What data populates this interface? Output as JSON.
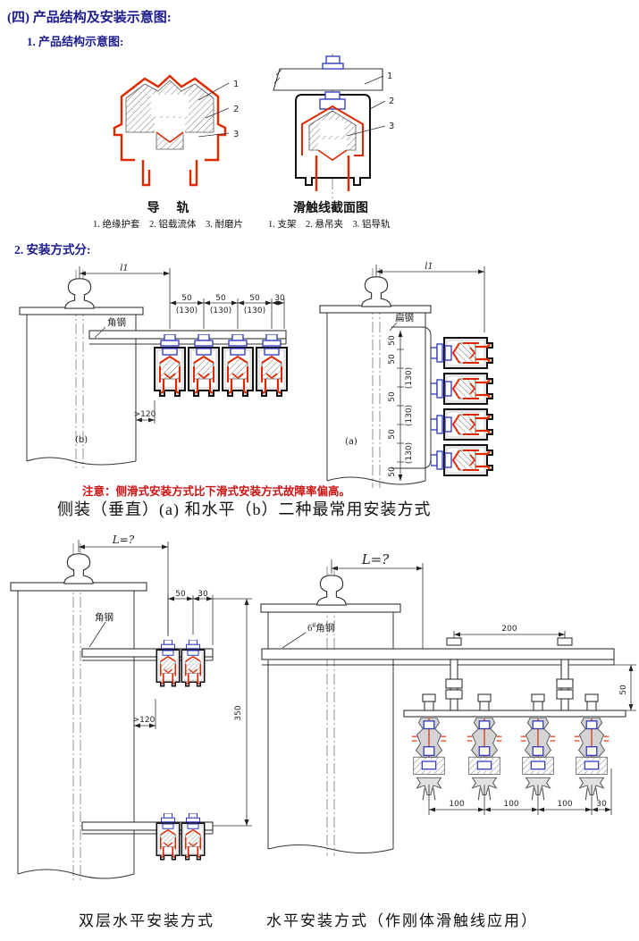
{
  "colors": {
    "heading_navy": "#1c1c8e",
    "note_red": "#cc1111",
    "drawing_red": "#e02800",
    "bolt_blue": "#2a35c0"
  },
  "page": {
    "heading": "(四) 产品结构及安装示意图:",
    "item1": "1. 产品结构示意图:",
    "item2": "2. 安装方式分:"
  },
  "cross_section": {
    "rail": {
      "caption": "导  轨",
      "c1": "1",
      "c2": "2",
      "c3": "3",
      "legend": "1. 绝缘护套    2. 铝载流体    3. 耐磨片"
    },
    "trolley": {
      "caption": "滑触线截面图",
      "c1": "1",
      "c2": "2",
      "c3": "3",
      "legend": "1. 支架    2. 悬吊夹    3. 铝导轨"
    }
  },
  "install_b": {
    "label": "(b)",
    "bracket": "角钢",
    "dim_l1": "l1",
    "d50": [
      "50",
      "50",
      "50"
    ],
    "d130": [
      "(130)",
      "(130)",
      "(130)"
    ],
    "d30": "30",
    "clearance": ">120"
  },
  "install_a": {
    "label": "(a)",
    "bracket": "扁钢",
    "dim_l1": "l1",
    "dims": [
      "50",
      "50",
      "(130)",
      "50",
      "(130)",
      "50",
      "(130)",
      "50"
    ]
  },
  "note": "注意：侧滑式安装方式比下滑式安装方式故障率偏高。",
  "main_caption": "侧装（垂直）(a) 和水平（b）二种最常用安装方式",
  "double_layer": {
    "dim_L": "L=?",
    "bracket": "角钢",
    "d50": "50",
    "d30": "30",
    "clearance": ">120",
    "d350": "350",
    "caption": "双层水平安装方式"
  },
  "rigid": {
    "dim_L": "L=?",
    "bracket_num": "6",
    "bracket_sup": "#",
    "bracket_name": "角钢",
    "d200": "200",
    "d50": "50",
    "d100": [
      "100",
      "100",
      "100"
    ],
    "d30": "30",
    "caption": "水平安装方式（作刚体滑触线应用）"
  }
}
